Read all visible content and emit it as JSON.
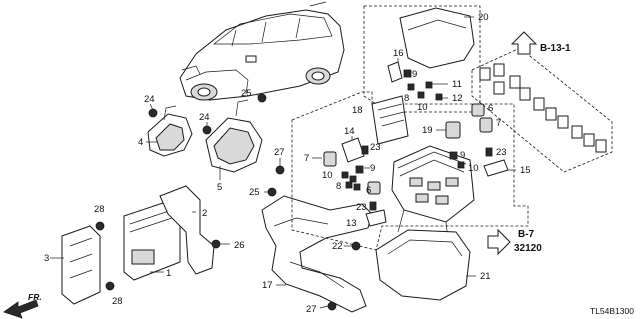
{
  "diagram_code": "TL54B1300",
  "front_marker": "FR.",
  "references": [
    {
      "label": "B-13-1"
    },
    {
      "label": "B-7",
      "sub": "32120"
    }
  ],
  "callouts": [
    "1",
    "2",
    "3",
    "4",
    "5",
    "6",
    "7",
    "8",
    "9",
    "10",
    "11",
    "12",
    "13",
    "14",
    "15",
    "16",
    "17",
    "18",
    "19",
    "20",
    "21",
    "22",
    "23",
    "24",
    "25",
    "26",
    "27",
    "28"
  ]
}
